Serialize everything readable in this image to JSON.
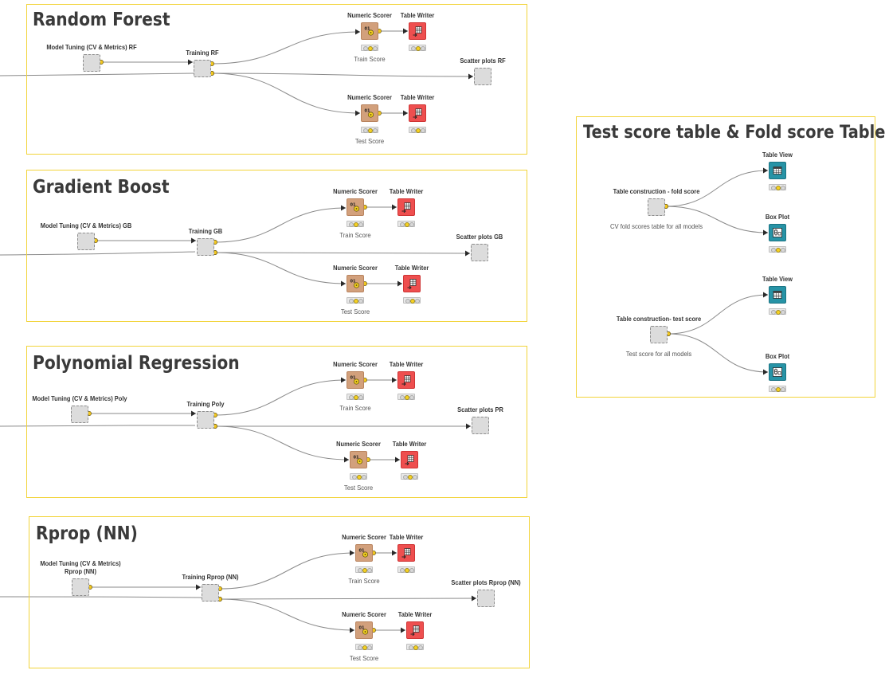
{
  "annotations": {
    "rf": "Random Forest",
    "gb": "Gradient Boost",
    "pr": "Polynomial Regression",
    "nn": "Rprop (NN)",
    "tables": "Test score table & Fold score Table"
  },
  "random_forest": {
    "tuning": "Model Tuning (CV & Metrics) RF",
    "training": "Training RF",
    "scorer_train": "Numeric Scorer",
    "writer_train": "Table Writer",
    "train_score": "Train Score",
    "scorer_test": "Numeric Scorer",
    "writer_test": "Table Writer",
    "test_score": "Test Score",
    "scatter": "Scatter plots RF"
  },
  "gradient_boost": {
    "tuning": "Model Tuning (CV & Metrics) GB",
    "training": "Training GB",
    "scorer_train": "Numeric Scorer",
    "writer_train": "Table Writer",
    "train_score": "Train Score",
    "scorer_test": "Numeric Scorer",
    "writer_test": "Table Writer",
    "test_score": "Test Score",
    "scatter": "Scatter plots GB"
  },
  "polynomial": {
    "tuning": "Model Tuning (CV & Metrics) Poly",
    "training": "Training Poly",
    "scorer_train": "Numeric Scorer",
    "writer_train": "Table Writer",
    "train_score": "Train Score",
    "scorer_test": "Numeric Scorer",
    "writer_test": "Table Writer",
    "test_score": "Test Score",
    "scatter": "Scatter plots PR"
  },
  "rprop": {
    "tuning": "Model Tuning (CV & Metrics)\nRprop (NN)",
    "training": "Training Rprop (NN)",
    "scorer_train": "Numeric Scorer",
    "writer_train": "Table Writer",
    "train_score": "Train Score",
    "scorer_test": "Numeric Scorer",
    "writer_test": "Table Writer",
    "test_score": "Test Score",
    "scatter": "Scatter plots Rprop (NN)"
  },
  "tables": {
    "fold_construct": "Table construction - fold score",
    "fold_note": "CV fold scores table for all models",
    "fold_view": "Table View",
    "fold_box": "Box Plot",
    "test_construct": "Table construction- test score",
    "test_note": "Test score for all models",
    "test_view": "Table View",
    "test_box": "Box Plot"
  },
  "colors": {
    "annotation_border": "#f2d43a",
    "metanode": "#dcdcdc",
    "scorer": "#d2a07c",
    "writer": "#ee4f4f",
    "view": "#2793a6"
  }
}
